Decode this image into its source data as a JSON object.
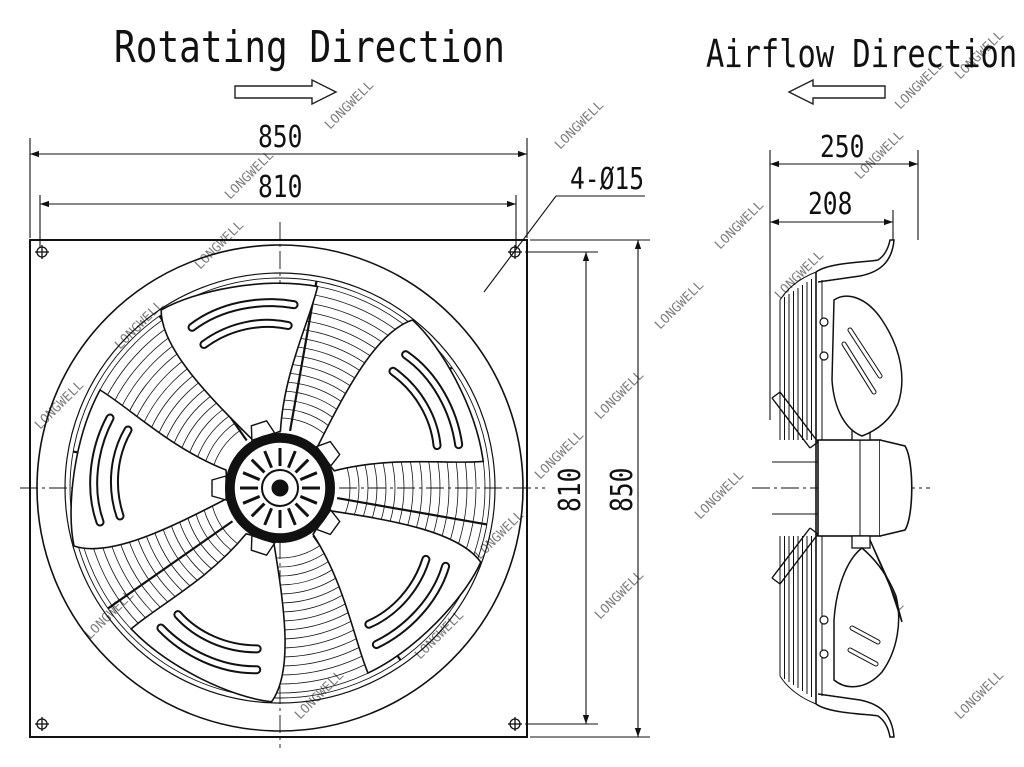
{
  "titles": {
    "rotating": "Rotating Direction",
    "airflow": "Airflow Direction"
  },
  "dimensions": {
    "front_width_outer": "850",
    "front_width_inner": "810",
    "front_height_inner": "810",
    "front_height_outer": "850",
    "holes": "4-Ø15",
    "side_depth_outer": "250",
    "side_depth_inner": "208"
  },
  "watermark": "LONGWELL",
  "colors": {
    "line": "#111111",
    "watermark": "#c8c8c8"
  }
}
